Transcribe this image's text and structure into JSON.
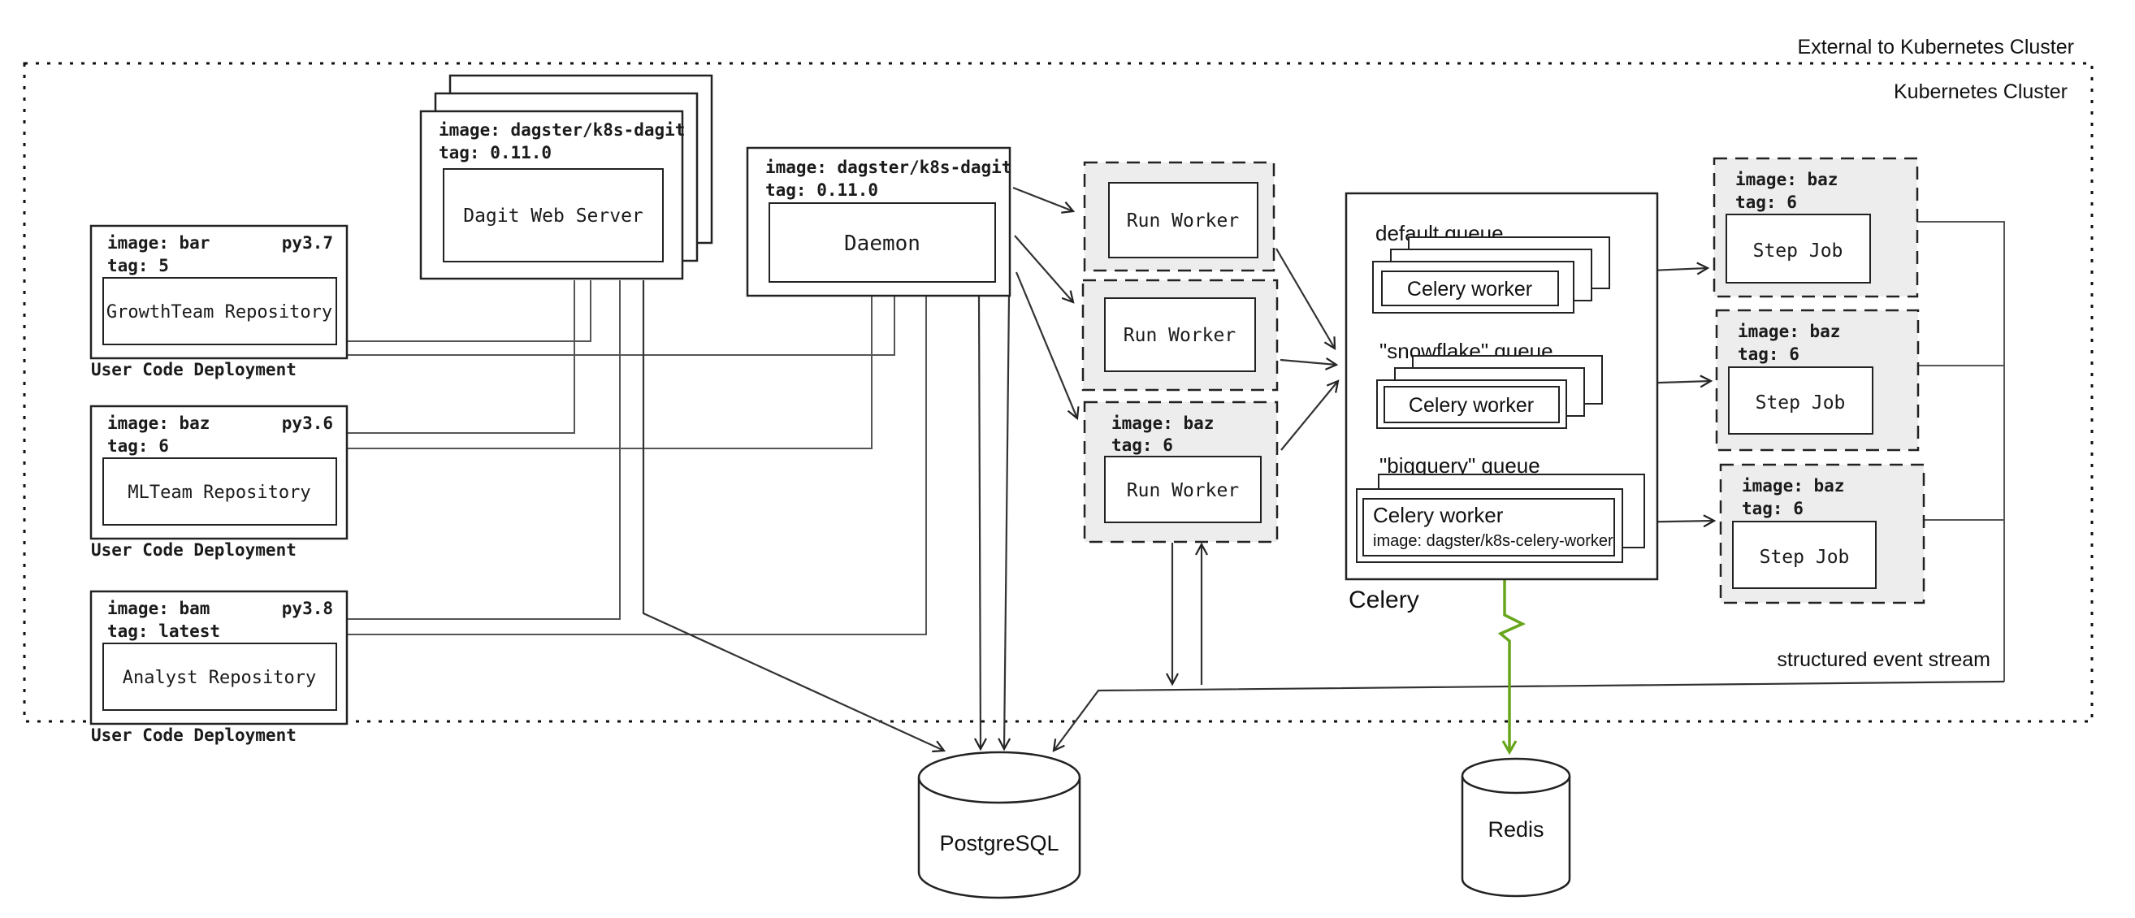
{
  "cluster": {
    "external_label": "External to Kubernetes Cluster",
    "label": "Kubernetes Cluster"
  },
  "deployments": [
    {
      "image": "image: bar",
      "python": "py3.7",
      "tag": "tag: 5",
      "repository": "GrowthTeam Repository",
      "caption": "User Code Deployment"
    },
    {
      "image": "image: baz",
      "python": "py3.6",
      "tag": "tag: 6",
      "repository": "MLTeam Repository",
      "caption": "User Code Deployment"
    },
    {
      "image": "image: bam",
      "python": "py3.8",
      "tag": "tag: latest",
      "repository": "Analyst Repository",
      "caption": "User Code Deployment"
    }
  ],
  "dagit": {
    "image": "image: dagster/k8s-dagit",
    "tag": "tag: 0.11.0",
    "title": "Dagit Web Server"
  },
  "daemon": {
    "image": "image: dagster/k8s-dagit",
    "tag": "tag: 0.11.0",
    "title": "Daemon"
  },
  "run_workers": [
    {
      "title": "Run Worker"
    },
    {
      "title": "Run Worker"
    },
    {
      "image": "image: baz",
      "tag": "tag: 6",
      "title": "Run Worker"
    }
  ],
  "celery": {
    "caption": "Celery",
    "queues": [
      {
        "label": "default queue",
        "worker": "Celery worker"
      },
      {
        "label": "\"snowflake\" queue",
        "worker": "Celery worker"
      },
      {
        "label": "\"bigquery\" queue",
        "worker": "Celery worker",
        "worker_image": "image: dagster/k8s-celery-worker"
      }
    ]
  },
  "step_jobs": [
    {
      "image": "image: baz",
      "tag": "tag: 6",
      "title": "Step Job"
    },
    {
      "image": "image: baz",
      "tag": "tag: 6",
      "title": "Step Job"
    },
    {
      "image": "image: baz",
      "tag": "tag: 6",
      "title": "Step Job"
    }
  ],
  "databases": {
    "postgresql": "PostgreSQL",
    "redis": "Redis"
  },
  "annotations": {
    "event_stream": "structured event stream"
  },
  "colors": {
    "user_code_caption": "#169161",
    "celery_caption": "#67a61c",
    "green_hatch": "#8fd796",
    "green_bg": "#f2faef",
    "orange_hatch": "#f2c46a",
    "orange_bg": "#fdf4dd",
    "blue_hatch": "#8cc2ea",
    "blue_bg": "#ebf4fb",
    "purple_hatch": "#ab9cf3",
    "purple_bg": "#efecfd",
    "indigo_hatch": "#97a9ea",
    "indigo_bg": "#eaeefb",
    "celery_green_hatch": "#abd173",
    "celery_green_bg": "#f0f8df",
    "dashed_pod_bg": "#ededed",
    "line": "#555555",
    "border": "#222222"
  }
}
